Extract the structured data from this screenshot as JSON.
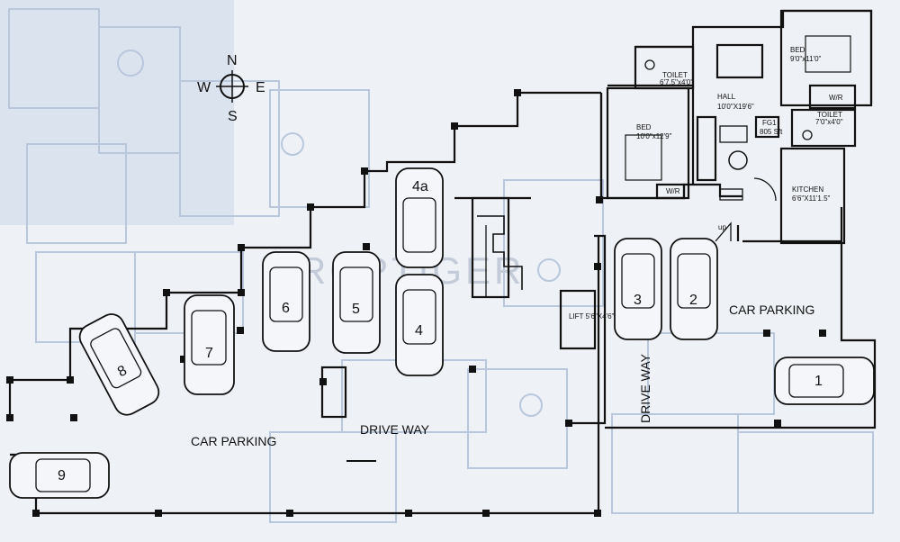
{
  "compass": {
    "n": "N",
    "e": "E",
    "s": "S",
    "w": "W"
  },
  "watermark": "PROPTIGER",
  "rooms": {
    "bed1": {
      "name": "BED",
      "size": "9'0\"x11'0\""
    },
    "toilet1": {
      "name": "TOILET",
      "size": "6'7.5\"x4'0\""
    },
    "hall": {
      "name": "HALL",
      "size": "10'0\"X19'6\""
    },
    "wr1": "W/R",
    "toilet2": {
      "name": "TOILET",
      "size": "7'0\"x4'0\""
    },
    "bed2": {
      "name": "BED",
      "size": "10'0\"x12'9\""
    },
    "unit": {
      "name": "FG1",
      "area": "805 Sft"
    },
    "wr2": "W/R",
    "kitchen": {
      "name": "KITCHEN",
      "size": "6'6\"X11'1.5\""
    },
    "up": "up",
    "lift": "LIFT 5'6\"X4'6\""
  },
  "areas": {
    "car_parking_left": "CAR PARKING",
    "car_parking_right": "CAR PARKING",
    "drive_way_center": "DRIVE WAY",
    "drive_way_vertical": "DRIVE WAY"
  },
  "parking_slots": [
    "1",
    "2",
    "3",
    "4",
    "4a",
    "5",
    "6",
    "7",
    "8",
    "9"
  ]
}
